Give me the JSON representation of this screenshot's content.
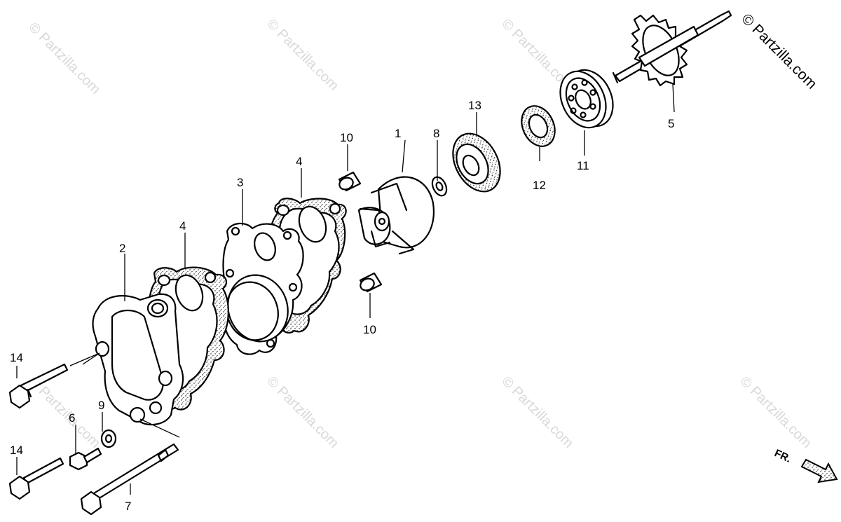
{
  "brand": {
    "text": "© Partzilla.com"
  },
  "watermark": {
    "text": "© Partzilla.com"
  },
  "direction": {
    "text": "FR."
  },
  "callouts": {
    "c1": "1",
    "c2": "2",
    "c3": "3",
    "c4a": "4",
    "c4b": "4",
    "c5": "5",
    "c6": "6",
    "c7": "7",
    "c8": "8",
    "c9": "9",
    "c10a": "10",
    "c10b": "10",
    "c11": "11",
    "c12": "12",
    "c13": "13",
    "c14a": "14",
    "c14b": "14"
  }
}
